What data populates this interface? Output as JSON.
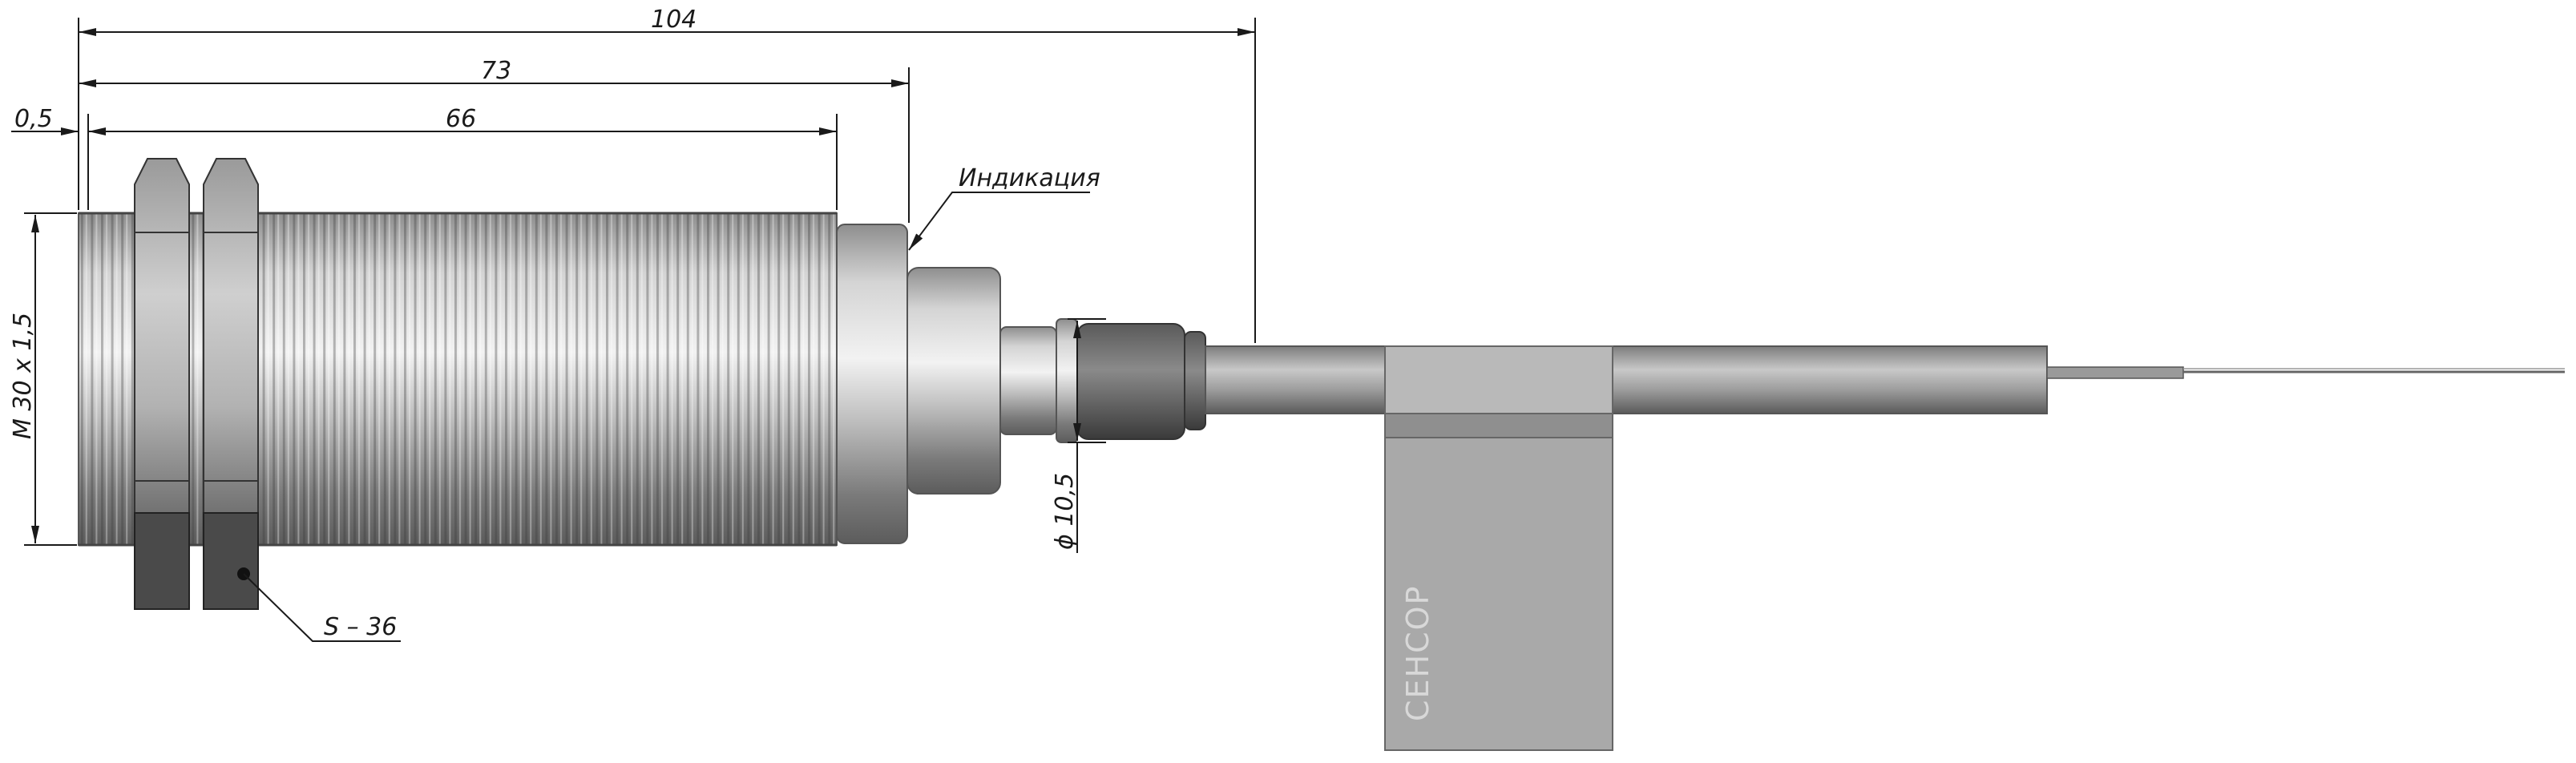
{
  "dimensions": {
    "overall_length": "104",
    "body_length": "73",
    "thread_length": "66",
    "end_offset": "0,5",
    "thread_spec": "M 30 x 1,5",
    "cable_diameter": "ϕ 10,5",
    "hex_size": "S – 36"
  },
  "callouts": {
    "indication": "Индикация"
  },
  "label_tag": {
    "brand": "СЕНСОР"
  },
  "colors": {
    "line": "#1a1a1a",
    "metal_light": "#e6e6e6",
    "metal_mid": "#a8a8a8",
    "metal_dark": "#6a6a6a",
    "nut_dark": "#4a4a4a",
    "label_tag": "#a9a9a9"
  }
}
